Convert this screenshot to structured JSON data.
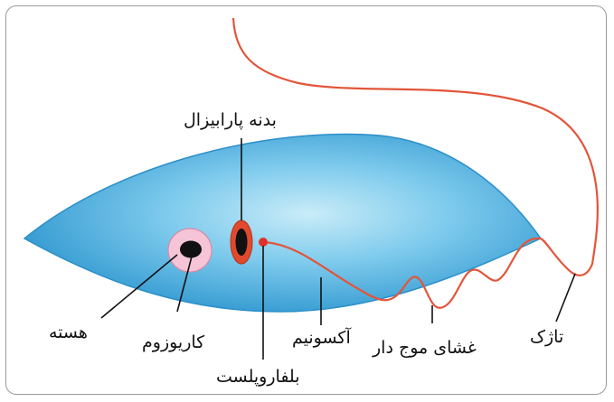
{
  "diagram": {
    "labels": {
      "parabasal_body": "بدنه پارابیزال",
      "nucleus": "هسته",
      "karyosome": "کاریوزوم",
      "axoneme": "آکسونیم",
      "blepharoplast": "بلفاروپلست",
      "undulating_membrane": "غشای موج دار",
      "flagellum": "تاژک"
    },
    "colors": {
      "body_light": "#c9ecf8",
      "body_mid": "#5bbde6",
      "body_dark": "#2b8fc9",
      "flagellum": "#e2553a",
      "nucleus_ring": "#f2b8cf",
      "nucleus_core": "#111111",
      "parabasal_ring": "#e04a2c",
      "leader_line": "#111111"
    }
  }
}
